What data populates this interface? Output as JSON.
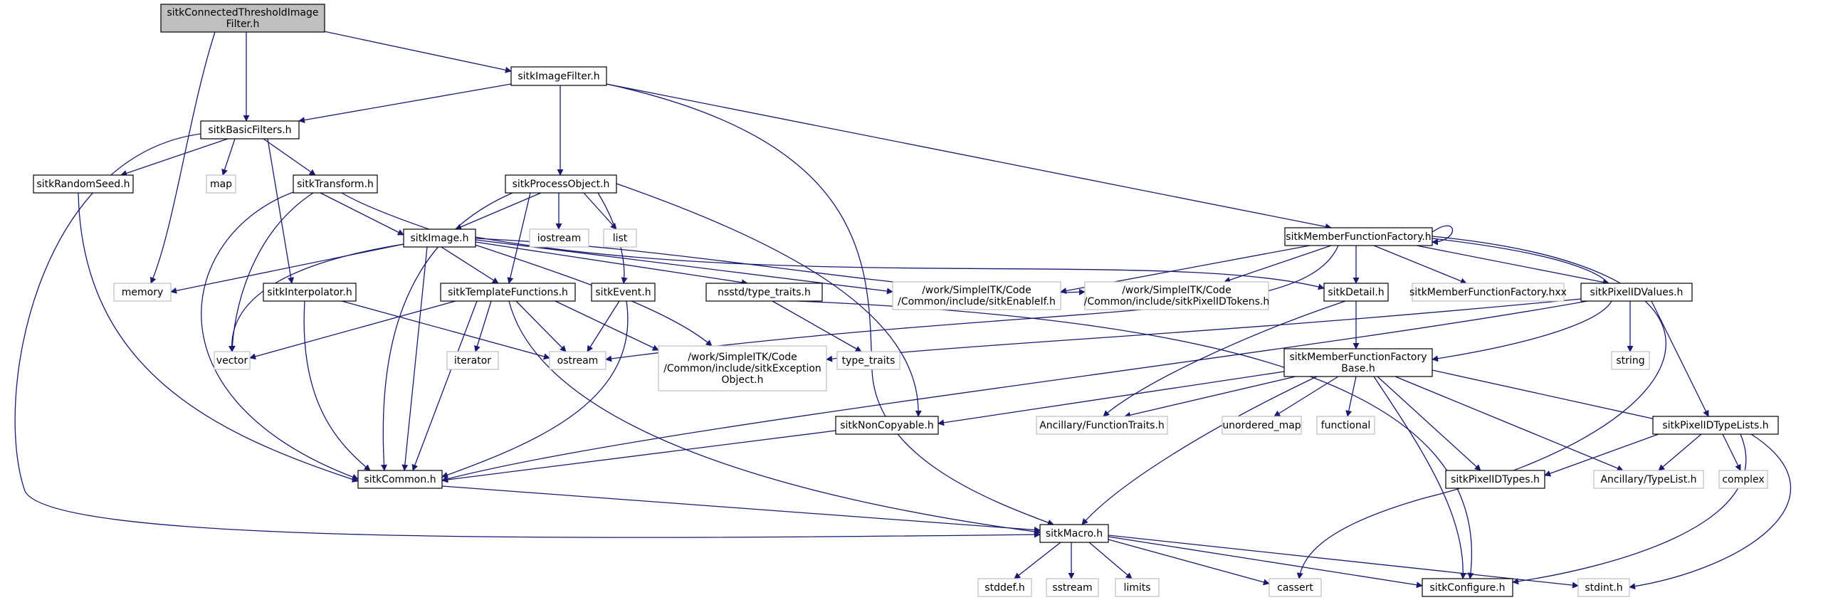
{
  "colors": {
    "edge": "#191970",
    "root_fill": "#bfbfbf",
    "documented_border": "#000000",
    "external_border": "#bfbfbf",
    "external_text": "#7f7f7f",
    "node_fill": "#ffffff"
  },
  "nodes": [
    {
      "id": "root",
      "kind": "root",
      "lines": [
        "sitkConnectedThresholdImage",
        "Filter.h"
      ]
    },
    {
      "id": "imagefilter",
      "kind": "doc",
      "lines": [
        "sitkImageFilter.h"
      ]
    },
    {
      "id": "basicfilters",
      "kind": "doc",
      "lines": [
        "sitkBasicFilters.h"
      ]
    },
    {
      "id": "randomseed",
      "kind": "doc",
      "lines": [
        "sitkRandomSeed.h"
      ]
    },
    {
      "id": "map",
      "kind": "ext",
      "lines": [
        "map"
      ]
    },
    {
      "id": "transform",
      "kind": "doc",
      "lines": [
        "sitkTransform.h"
      ]
    },
    {
      "id": "processobject",
      "kind": "doc",
      "lines": [
        "sitkProcessObject.h"
      ]
    },
    {
      "id": "iostream",
      "kind": "ext",
      "lines": [
        "iostream"
      ]
    },
    {
      "id": "list",
      "kind": "ext",
      "lines": [
        "list"
      ]
    },
    {
      "id": "image",
      "kind": "doc",
      "lines": [
        "sitkImage.h"
      ]
    },
    {
      "id": "memory",
      "kind": "ext",
      "lines": [
        "memory"
      ]
    },
    {
      "id": "interpolator",
      "kind": "doc",
      "lines": [
        "sitkInterpolator.h"
      ]
    },
    {
      "id": "templatefunctions",
      "kind": "doc",
      "lines": [
        "sitkTemplateFunctions.h"
      ]
    },
    {
      "id": "event",
      "kind": "doc",
      "lines": [
        "sitkEvent.h"
      ]
    },
    {
      "id": "typetraits",
      "kind": "doc",
      "lines": [
        "nsstd/type_traits.h"
      ]
    },
    {
      "id": "enableif",
      "kind": "ext",
      "lines": [
        "/work/SimpleITK/Code",
        "/Common/include/sitkEnableIf.h"
      ]
    },
    {
      "id": "pixelidtokens",
      "kind": "ext",
      "lines": [
        "/work/SimpleITK/Code",
        "/Common/include/sitkPixelIDTokens.h"
      ]
    },
    {
      "id": "mff",
      "kind": "doc",
      "lines": [
        "sitkMemberFunctionFactory.h"
      ]
    },
    {
      "id": "detail",
      "kind": "doc",
      "lines": [
        "sitkDetail.h"
      ]
    },
    {
      "id": "mffhxx",
      "kind": "ext",
      "lines": [
        "sitkMemberFunctionFactory.hxx"
      ]
    },
    {
      "id": "pixelidvalues",
      "kind": "doc",
      "lines": [
        "sitkPixelIDValues.h"
      ]
    },
    {
      "id": "vector",
      "kind": "ext",
      "lines": [
        "vector"
      ]
    },
    {
      "id": "iterator",
      "kind": "ext",
      "lines": [
        "iterator"
      ]
    },
    {
      "id": "ostream",
      "kind": "ext",
      "lines": [
        "ostream"
      ]
    },
    {
      "id": "exceptionobject",
      "kind": "ext",
      "lines": [
        "/work/SimpleITK/Code",
        "/Common/include/sitkException",
        "Object.h"
      ]
    },
    {
      "id": "type_traits",
      "kind": "ext",
      "lines": [
        "type_traits"
      ]
    },
    {
      "id": "mffbase",
      "kind": "doc",
      "lines": [
        "sitkMemberFunctionFactory",
        "Base.h"
      ]
    },
    {
      "id": "string",
      "kind": "ext",
      "lines": [
        "string"
      ]
    },
    {
      "id": "noncopyable",
      "kind": "doc",
      "lines": [
        "sitkNonCopyable.h"
      ]
    },
    {
      "id": "functiontraits",
      "kind": "ext",
      "lines": [
        "Ancillary/FunctionTraits.h"
      ]
    },
    {
      "id": "unordered_map",
      "kind": "ext",
      "lines": [
        "unordered_map"
      ]
    },
    {
      "id": "functional",
      "kind": "ext",
      "lines": [
        "functional"
      ]
    },
    {
      "id": "pixelidtypelists",
      "kind": "doc",
      "lines": [
        "sitkPixelIDTypeLists.h"
      ]
    },
    {
      "id": "common",
      "kind": "doc",
      "lines": [
        "sitkCommon.h"
      ]
    },
    {
      "id": "pixelidtypes",
      "kind": "doc",
      "lines": [
        "sitkPixelIDTypes.h"
      ]
    },
    {
      "id": "typelist",
      "kind": "ext",
      "lines": [
        "Ancillary/TypeList.h"
      ]
    },
    {
      "id": "complex",
      "kind": "ext",
      "lines": [
        "complex"
      ]
    },
    {
      "id": "macro",
      "kind": "doc",
      "lines": [
        "sitkMacro.h"
      ]
    },
    {
      "id": "stddef",
      "kind": "ext",
      "lines": [
        "stddef.h"
      ]
    },
    {
      "id": "sstream",
      "kind": "ext",
      "lines": [
        "sstream"
      ]
    },
    {
      "id": "limits",
      "kind": "ext",
      "lines": [
        "limits"
      ]
    },
    {
      "id": "cassert",
      "kind": "ext",
      "lines": [
        "cassert"
      ]
    },
    {
      "id": "configure",
      "kind": "doc",
      "lines": [
        "sitkConfigure.h"
      ]
    },
    {
      "id": "stdint",
      "kind": "ext",
      "lines": [
        "stdint.h"
      ]
    }
  ]
}
